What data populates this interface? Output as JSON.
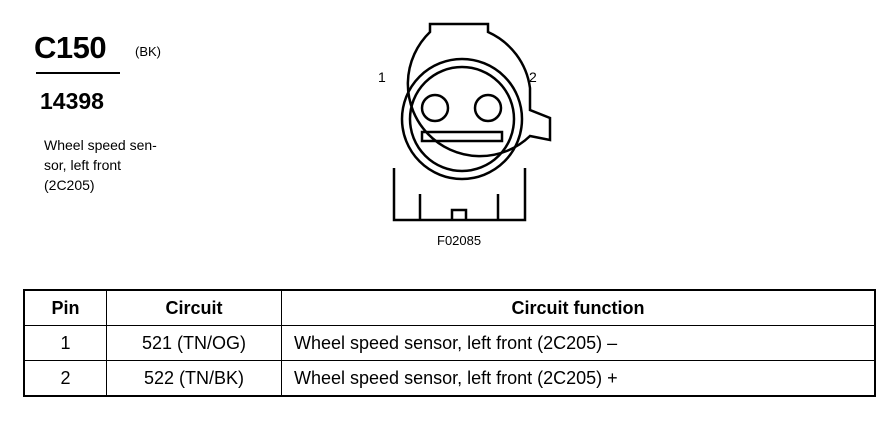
{
  "connector": {
    "id": "C150",
    "color_code": "(BK)",
    "part_number": "14398",
    "description": "Wheel speed sen-\nsor, left front\n(2C205)"
  },
  "diagram": {
    "pin_1_label": "1",
    "pin_2_label": "2",
    "figure_id": "F02085"
  },
  "table": {
    "headers": {
      "pin": "Pin",
      "circuit": "Circuit",
      "function": "Circuit function"
    },
    "rows": [
      {
        "pin": "1",
        "circuit": "521 (TN/OG)",
        "function": "Wheel speed sensor, left front (2C205) –"
      },
      {
        "pin": "2",
        "circuit": "522 (TN/BK)",
        "function": "Wheel speed sensor, left front (2C205) +"
      }
    ]
  }
}
